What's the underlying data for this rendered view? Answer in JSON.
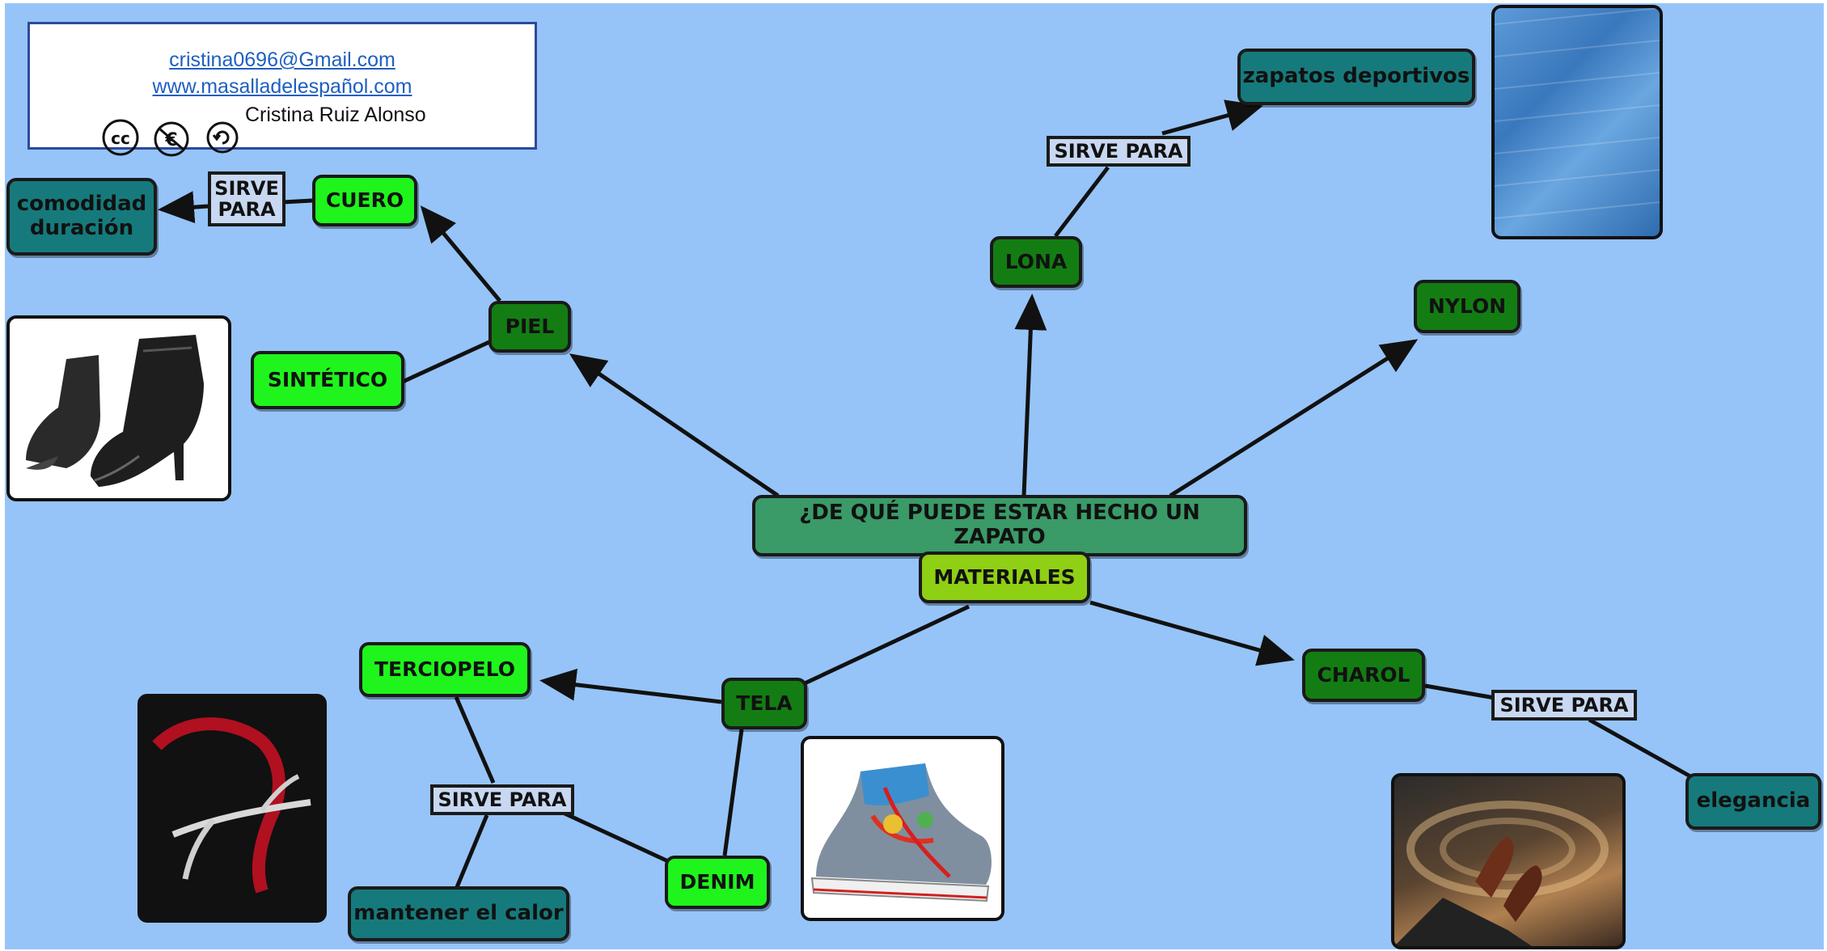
{
  "credit": {
    "email": "cristina0696@Gmail.com",
    "website": "www.masalladelespañol.com",
    "author": "Cristina Ruiz Alonso",
    "license_icons": [
      "cc-icon",
      "non-commercial-icon",
      "share-alike-icon"
    ]
  },
  "nodes": {
    "center": "¿DE QUÉ PUEDE ESTAR HECHO UN ZAPATO",
    "materiales": "MATERIALES",
    "piel": "PIEL",
    "cuero": "CUERO",
    "sintetico": "SINTÉTICO",
    "comodidad": "comodidad duración",
    "lona": "LONA",
    "zapatos_deportivos": "zapatos deportivos",
    "nylon": "NYLON",
    "charol": "CHAROL",
    "elegancia": "elegancia",
    "tela": "TELA",
    "terciopelo": "TERCIOPELO",
    "denim": "DENIM",
    "mantener": "mantener el calor"
  },
  "link_labels": {
    "cuero_sirve": "SIRVE PARA",
    "lona_sirve": "SIRVE PARA",
    "charol_sirve": "SIRVE PARA",
    "tela_sirve": "SIRVE PARA"
  },
  "images": [
    "black-boots-photo",
    "denim-texture-photo",
    "red-scarf-antler-photo",
    "painted-sneaker-photo",
    "leather-shoes-photo"
  ],
  "colors": {
    "background": "#96c4f8",
    "center_node": "#3a9a68",
    "dark_green_node": "#137d13",
    "bright_green_node": "#1ff51c",
    "lime_node": "#8fcf14",
    "teal_node": "#167a7c",
    "link_label": "#c8d8f2"
  }
}
